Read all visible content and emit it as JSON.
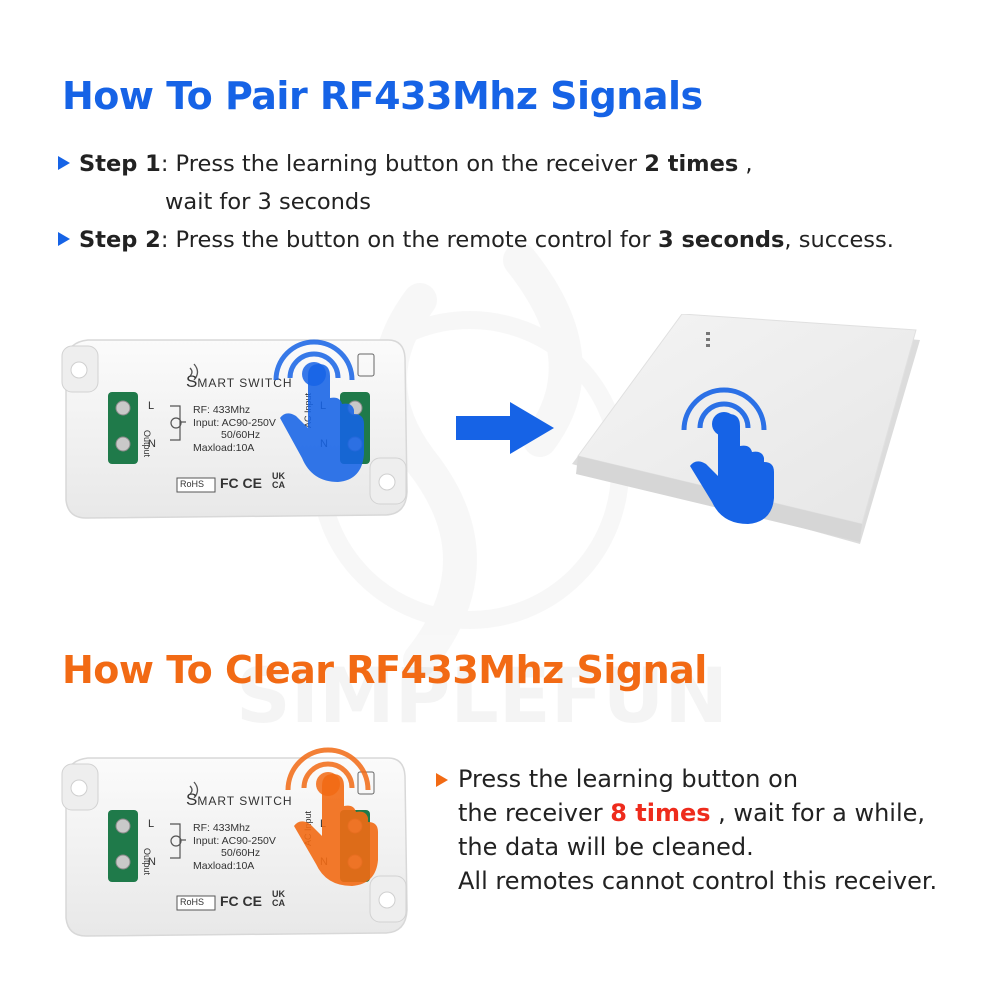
{
  "pair": {
    "title": "How To Pair RF433Mhz Signals",
    "step1_label": "Step 1",
    "step1_text": ": Press the learning button on the receiver ",
    "step1_emph": "2 times",
    "step1_tail": " ,",
    "step1_line2": "wait for 3 seconds",
    "step2_label": "Step 2",
    "step2_text": ": Press the button on the remote control for ",
    "step2_emph": "3 seconds",
    "step2_tail": ", success."
  },
  "clear": {
    "title": "How To Clear RF433Mhz Signal",
    "line1": "Press the learning button on",
    "line2_pre": "the receiver ",
    "line2_emph": "8 times",
    "line2_post": " , wait for a while,",
    "line3": "the data will be cleaned.",
    "line4": "All remotes cannot control this receiver."
  },
  "device": {
    "name_s": "S",
    "name_rest": "MART SWITCH",
    "rf": "RF: 433Mhz",
    "input": "Input: AC90-250V",
    "freq": "50/60Hz",
    "maxload": "Maxload:10A",
    "left_l": "L",
    "left_n": "N",
    "output": "Output",
    "right_l": "L",
    "right_n": "N",
    "ac_input": "AC Input",
    "rohs": "RoHS",
    "marks": "FC CE",
    "ukca": "UK CA"
  },
  "watermark": "SIMPLEFUN",
  "colors": {
    "pair_accent": "#1663e6",
    "clear_accent": "#f26a14",
    "highlight": "#ee2b1c"
  }
}
